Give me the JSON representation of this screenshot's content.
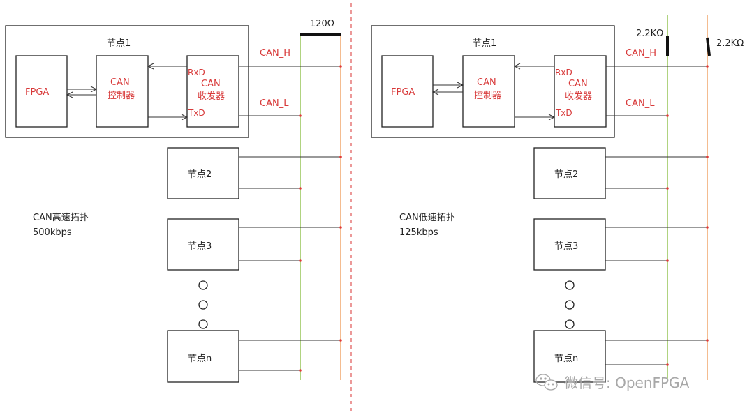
{
  "separator_color": "#e05555",
  "bus_colors": {
    "can_h": "#f0a060",
    "can_l": "#8ec04a",
    "node_dot": "#e03a3a"
  },
  "left": {
    "resistor_label": "120Ω",
    "node1_title": "节点1",
    "fpga": "FPGA",
    "controller_line1": "CAN",
    "controller_line2": "控制器",
    "transceiver_line1": "CAN",
    "transceiver_line2": "收发器",
    "rxd": "RxD",
    "txd": "TxD",
    "can_h": "CAN_H",
    "can_l": "CAN_L",
    "node2": "节点2",
    "node3": "节点3",
    "noden": "节点n",
    "topology_title": "CAN高速拓扑",
    "topology_rate": "500kbps"
  },
  "right": {
    "resistor1_label": "2.2KΩ",
    "resistor2_label": "2.2KΩ",
    "node1_title": "节点1",
    "fpga": "FPGA",
    "controller_line1": "CAN",
    "controller_line2": "控制器",
    "transceiver_line1": "CAN",
    "transceiver_line2": "收发器",
    "rxd": "RxD",
    "txd": "TxD",
    "can_h": "CAN_H",
    "can_l": "CAN_L",
    "node2": "节点2",
    "node3": "节点3",
    "noden": "节点n",
    "topology_title": "CAN低速拓扑",
    "topology_rate": "125kbps"
  },
  "watermark": "微信号: OpenFPGA"
}
